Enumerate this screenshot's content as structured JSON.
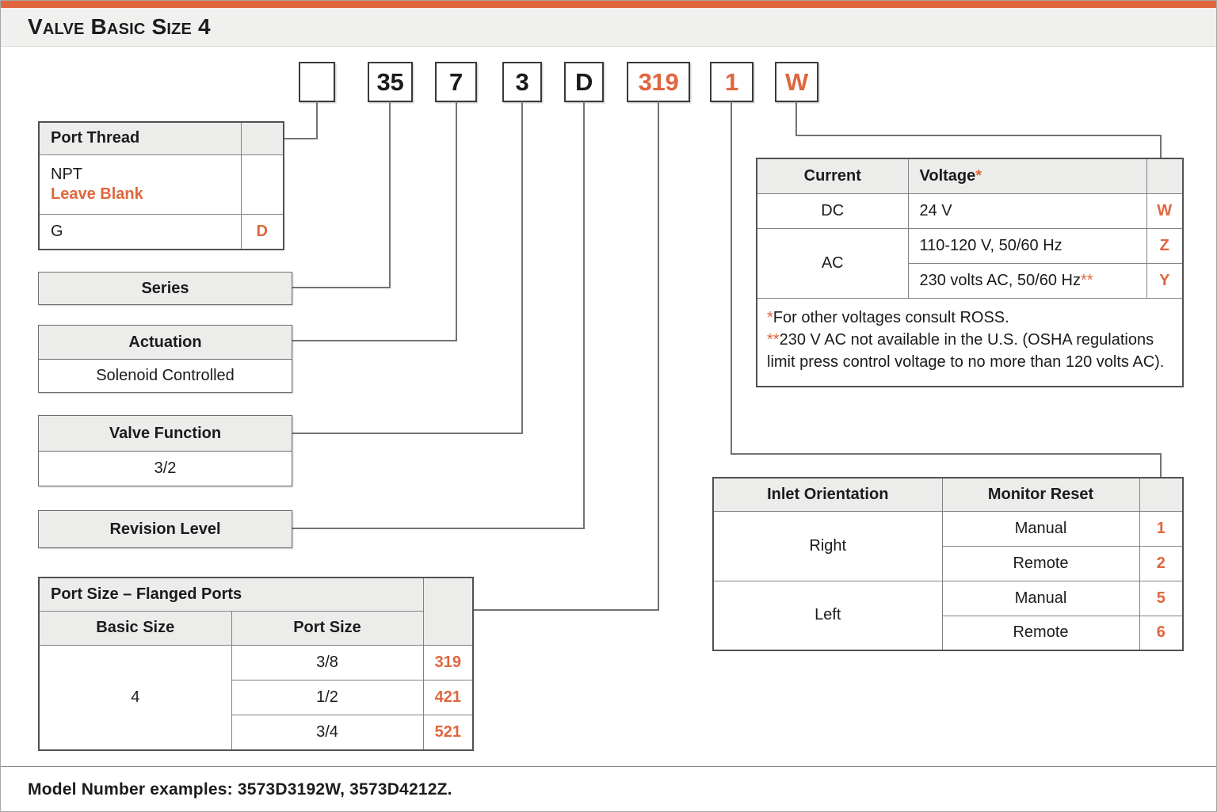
{
  "colors": {
    "accent": "#e0663d",
    "table_header_bg": "#ecedeb"
  },
  "header": {
    "title": "Valve Basic Size 4"
  },
  "model_number_boxes": [
    {
      "name": "port-thread",
      "code": "",
      "highlight": false
    },
    {
      "name": "series",
      "code": "35",
      "highlight": false
    },
    {
      "name": "actuation",
      "code": "7",
      "highlight": false
    },
    {
      "name": "valve-function",
      "code": "3",
      "highlight": false
    },
    {
      "name": "revision-level",
      "code": "D",
      "highlight": false
    },
    {
      "name": "port-size",
      "code": "319",
      "highlight": true
    },
    {
      "name": "inlet-monitor",
      "code": "1",
      "highlight": true
    },
    {
      "name": "voltage",
      "code": "W",
      "highlight": true
    }
  ],
  "port_thread_table": {
    "title": "Port Thread",
    "rows": [
      {
        "label": "NPT",
        "note": "Leave Blank",
        "code": ""
      },
      {
        "label": "G",
        "note": "",
        "code": "D"
      }
    ]
  },
  "series_box": {
    "title": "Series"
  },
  "actuation_box": {
    "title": "Actuation",
    "value": "Solenoid Controlled"
  },
  "valve_function_box": {
    "title": "Valve Function",
    "value": "3/2"
  },
  "revision_level_box": {
    "title": "Revision Level"
  },
  "port_size_table": {
    "title": "Port Size – Flanged Ports",
    "col1": "Basic Size",
    "col2": "Port Size",
    "basic_size": "4",
    "rows": [
      {
        "port_size": "3/8",
        "code": "319"
      },
      {
        "port_size": "1/2",
        "code": "421"
      },
      {
        "port_size": "3/4",
        "code": "521"
      }
    ]
  },
  "voltage_table": {
    "col1": "Current",
    "col2": "Voltage",
    "col2_mark": "*",
    "rows": [
      {
        "current": "DC",
        "voltage": "24 V",
        "mark": "",
        "code": "W"
      },
      {
        "current": "AC",
        "voltage": "110-120 V, 50/60 Hz",
        "mark": "",
        "code": "Z"
      },
      {
        "current": "",
        "voltage": "230 volts AC, 50/60 Hz",
        "mark": "**",
        "code": "Y"
      }
    ],
    "footnote1_mark": "*",
    "footnote1": "For other voltages consult ROSS.",
    "footnote2_mark": "**",
    "footnote2": "230 V AC not available in the U.S. (OSHA regulations limit press control voltage to no more than 120 volts AC)."
  },
  "inlet_table": {
    "col1": "Inlet Orientation",
    "col2": "Monitor Reset",
    "groups": [
      {
        "orientation": "Right",
        "rows": [
          {
            "reset": "Manual",
            "code": "1"
          },
          {
            "reset": "Remote",
            "code": "2"
          }
        ]
      },
      {
        "orientation": "Left",
        "rows": [
          {
            "reset": "Manual",
            "code": "5"
          },
          {
            "reset": "Remote",
            "code": "6"
          }
        ]
      }
    ]
  },
  "footer": {
    "label": "Model Number examples:",
    "examples": " 3573D3192W, 3573D4212Z."
  }
}
